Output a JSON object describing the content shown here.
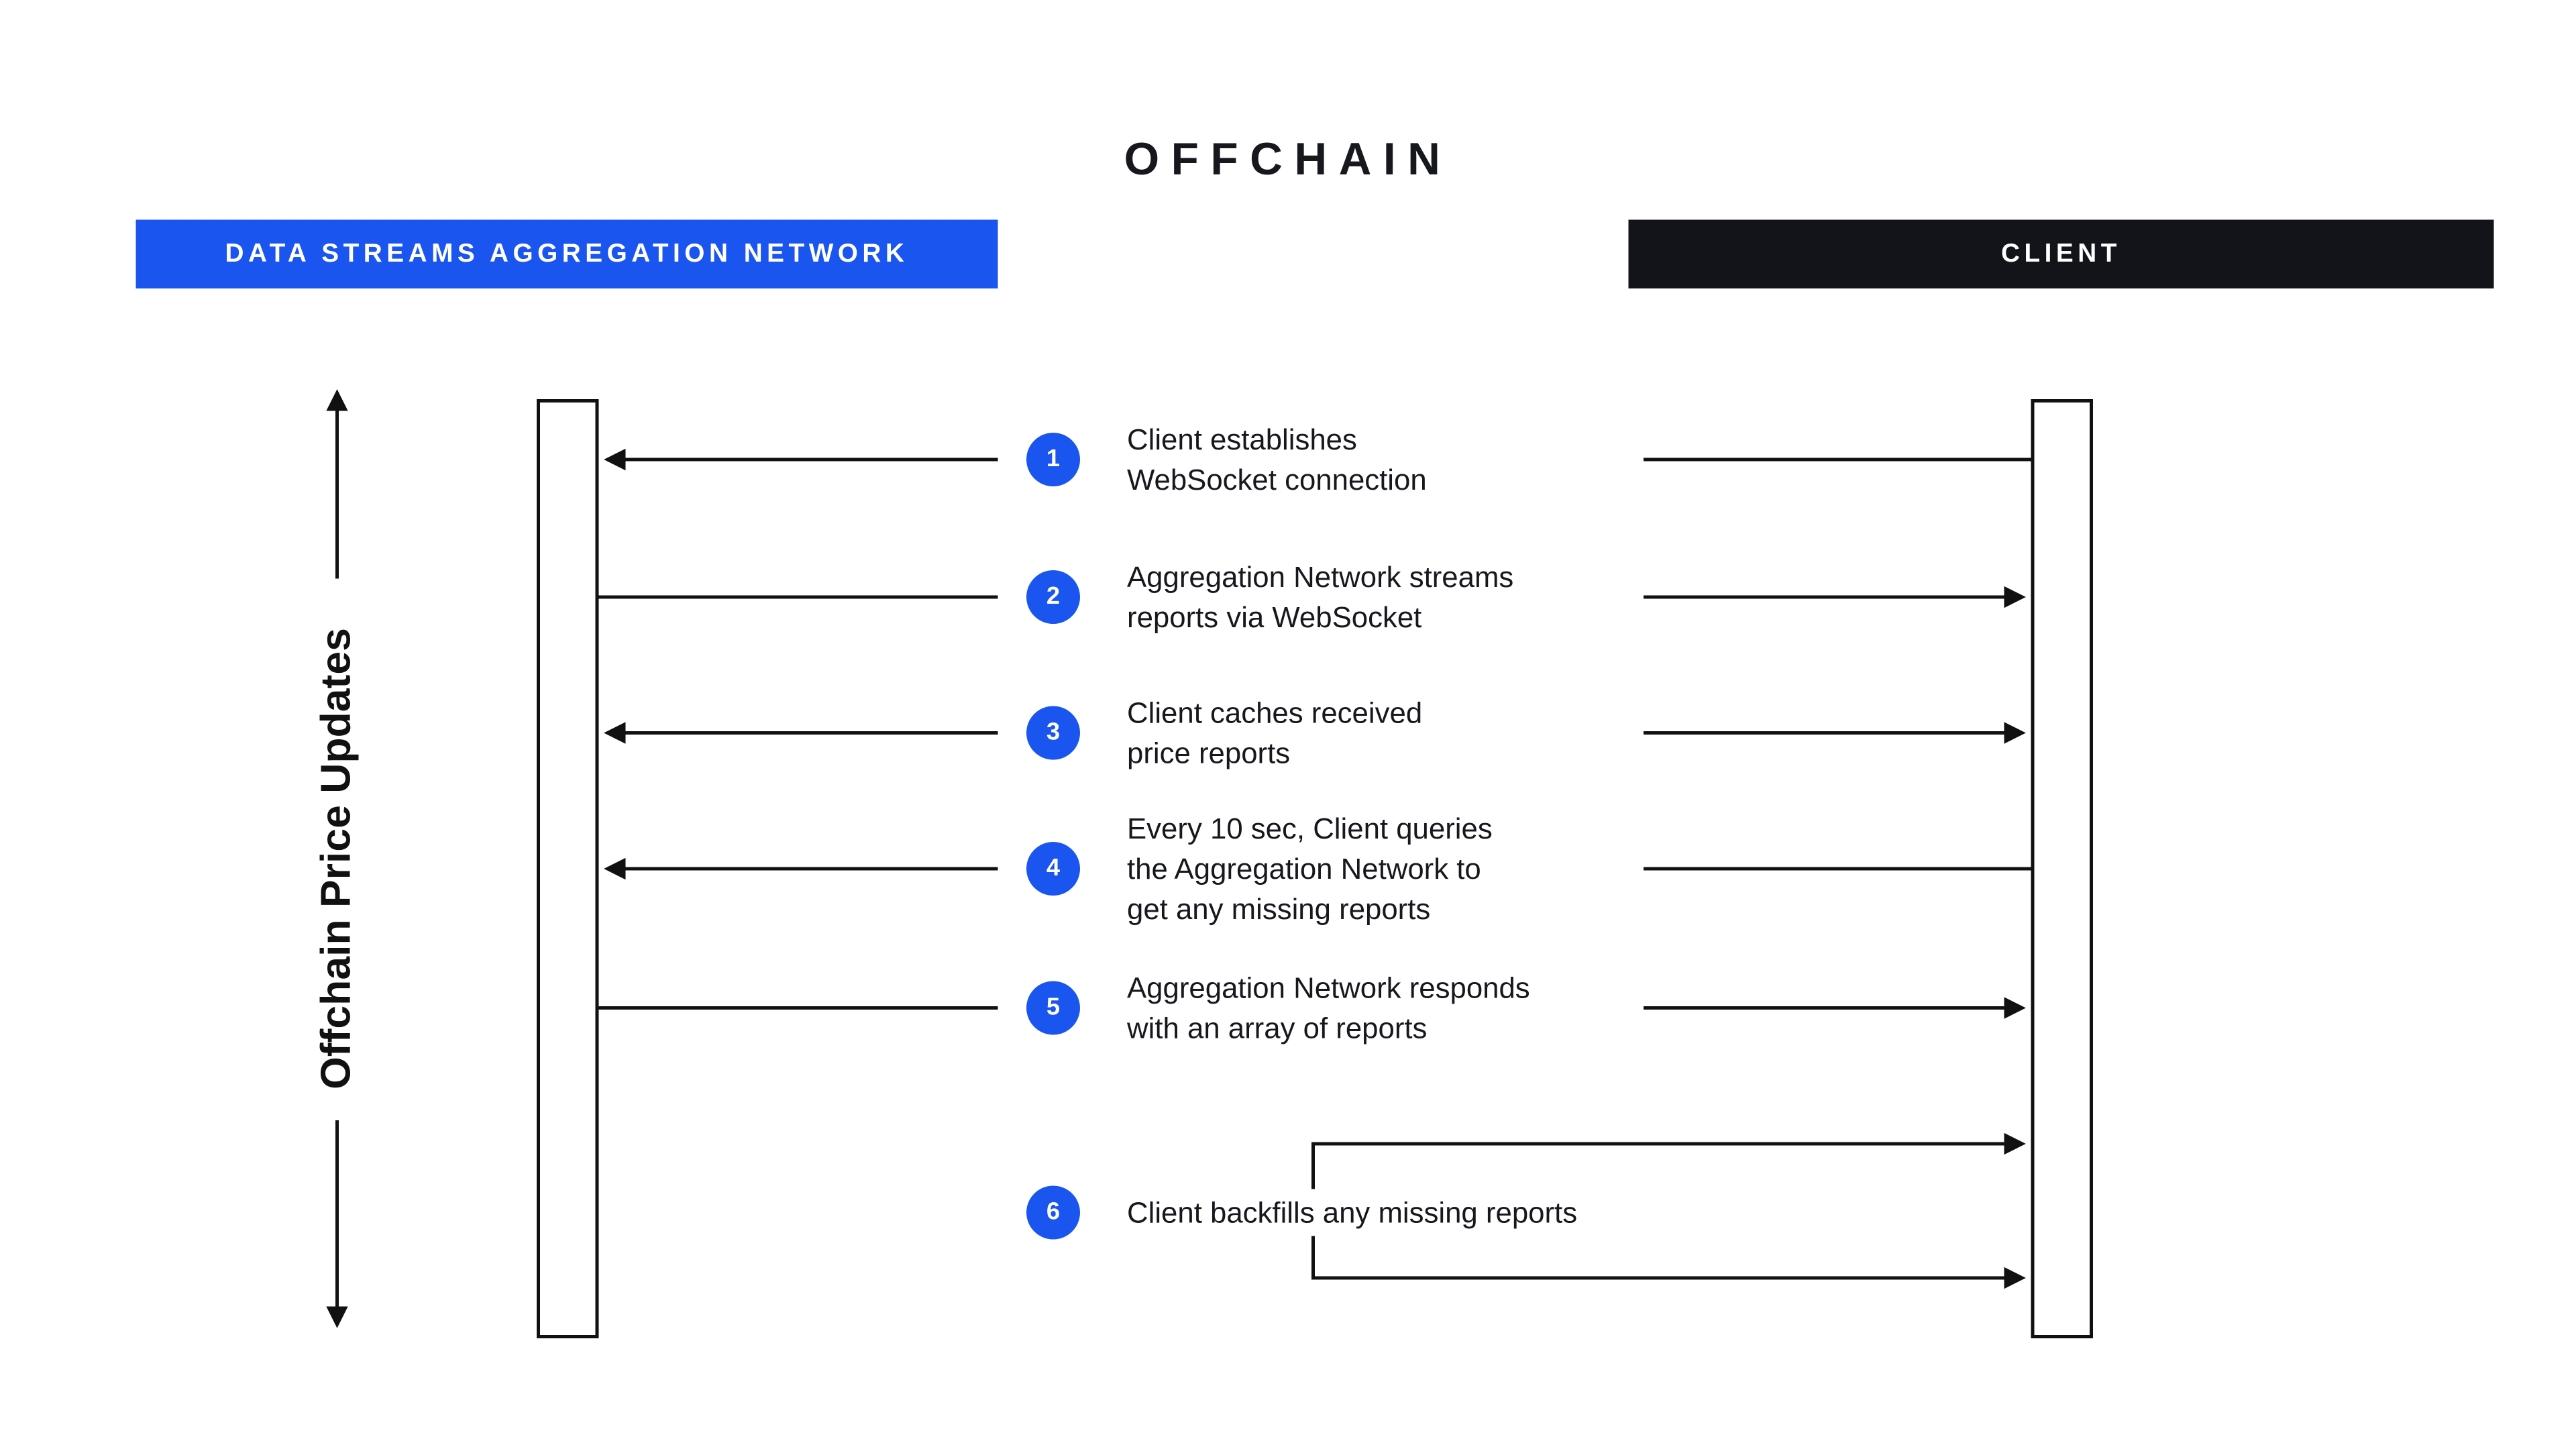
{
  "title": "OFFCHAIN",
  "colors": {
    "accent_blue": "#1a55f0",
    "dark": "#12141a",
    "line": "#111111"
  },
  "actors": {
    "aggregation_network": {
      "label": "DATA STREAMS AGGREGATION NETWORK"
    },
    "client": {
      "label": "CLIENT"
    }
  },
  "axis": {
    "label": "Offchain Price Updates"
  },
  "steps": [
    {
      "num": "1",
      "lines": [
        "Client establishes",
        "WebSocket connection"
      ]
    },
    {
      "num": "2",
      "lines": [
        "Aggregation Network streams",
        "reports via WebSocket"
      ]
    },
    {
      "num": "3",
      "lines": [
        "Client caches received",
        "price reports"
      ]
    },
    {
      "num": "4",
      "lines": [
        "Every 10 sec, Client queries",
        "the Aggregation Network to",
        "get any missing reports"
      ]
    },
    {
      "num": "5",
      "lines": [
        "Aggregation Network responds",
        "with an array of reports"
      ]
    },
    {
      "num": "6",
      "lines": [
        "Client backfills any missing reports"
      ]
    }
  ]
}
